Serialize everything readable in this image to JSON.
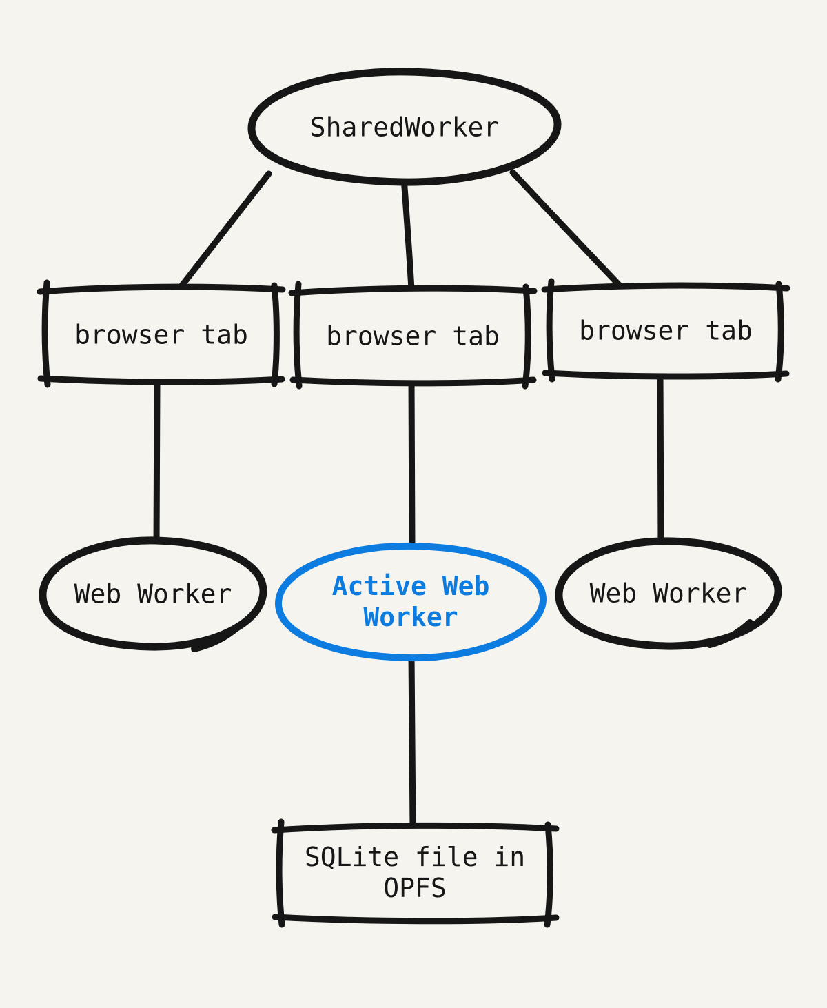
{
  "colors": {
    "bg": "#f6f4ef",
    "ink": "#161616",
    "accent": "#0d7ce0"
  },
  "nodes": {
    "shared_worker": {
      "label": "SharedWorker",
      "shape": "ellipse"
    },
    "browser_tab_left": {
      "label": "browser tab",
      "shape": "rect"
    },
    "browser_tab_center": {
      "label": "browser tab",
      "shape": "rect"
    },
    "browser_tab_right": {
      "label": "browser tab",
      "shape": "rect"
    },
    "web_worker_left": {
      "label": "Web Worker",
      "shape": "ellipse"
    },
    "active_web_worker": {
      "label": "Active Web Worker",
      "shape": "ellipse",
      "accent": true
    },
    "web_worker_right": {
      "label": "Web Worker",
      "shape": "ellipse"
    },
    "sqlite_file": {
      "label": "SQLite file in OPFS",
      "shape": "rect"
    }
  },
  "edges": [
    {
      "from": "shared_worker",
      "to": "browser_tab_left"
    },
    {
      "from": "shared_worker",
      "to": "browser_tab_center"
    },
    {
      "from": "shared_worker",
      "to": "browser_tab_right"
    },
    {
      "from": "browser_tab_left",
      "to": "web_worker_left"
    },
    {
      "from": "browser_tab_center",
      "to": "active_web_worker"
    },
    {
      "from": "browser_tab_right",
      "to": "web_worker_right"
    },
    {
      "from": "active_web_worker",
      "to": "sqlite_file"
    }
  ]
}
